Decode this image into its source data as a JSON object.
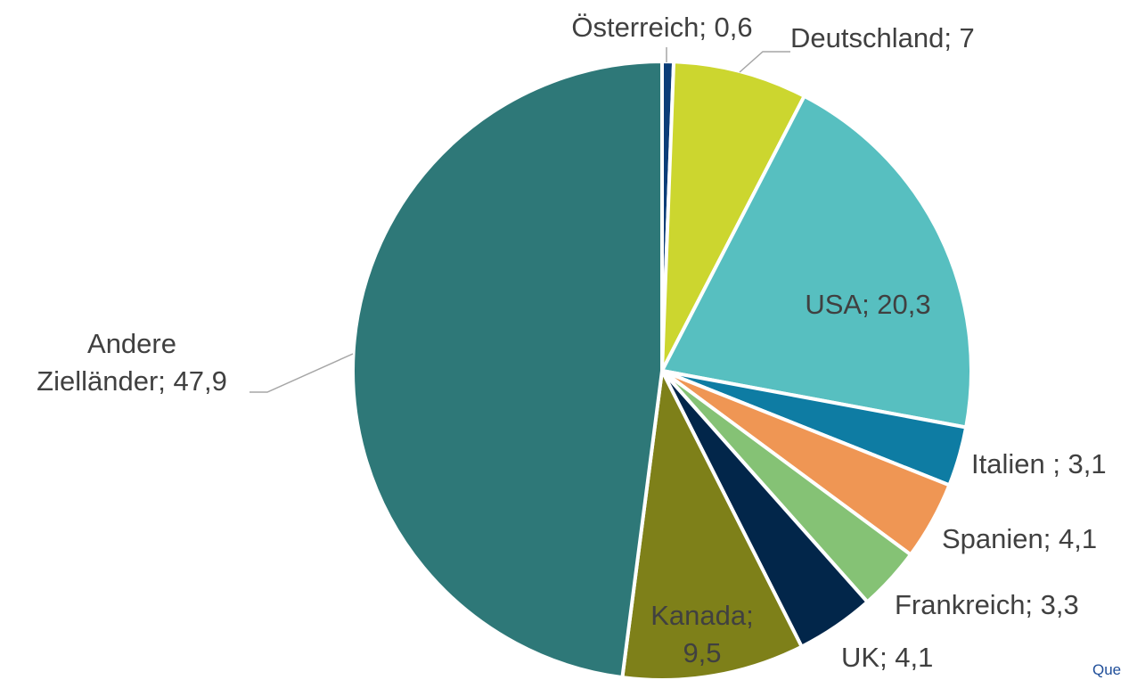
{
  "chart_data": {
    "type": "pie",
    "slices": [
      {
        "label": "Österreich",
        "value": 0.6,
        "color": "#0b3d78"
      },
      {
        "label": "Deutschland",
        "value": 7,
        "color": "#ccd62f"
      },
      {
        "label": "USA",
        "value": 20.3,
        "color": "#57bfc0"
      },
      {
        "label": "Italien ",
        "value": 3.1,
        "color": "#0e7ca3"
      },
      {
        "label": "Spanien",
        "value": 4.1,
        "color": "#ef9654"
      },
      {
        "label": "Frankreich",
        "value": 3.3,
        "color": "#85c275"
      },
      {
        "label": "UK",
        "value": 4.1,
        "color": "#02264a"
      },
      {
        "label": "Kanada",
        "value": 9.5,
        "color": "#7e8019"
      },
      {
        "label": "Andere Zielländer",
        "value": 47.9,
        "color": "#2e7878"
      }
    ],
    "label_texts": [
      [
        "Österreich; 0,6"
      ],
      [
        "Deutschland; 7"
      ],
      [
        "USA; 20,3"
      ],
      [
        "Italien ; 3,1"
      ],
      [
        "Spanien; 4,1"
      ],
      [
        "Frankreich; 3,3"
      ],
      [
        "UK; 4,1"
      ],
      [
        "Kanada;",
        "9,5"
      ],
      [
        "Andere",
        "Zielländer; 47,9"
      ]
    ]
  },
  "source_note": "Que"
}
